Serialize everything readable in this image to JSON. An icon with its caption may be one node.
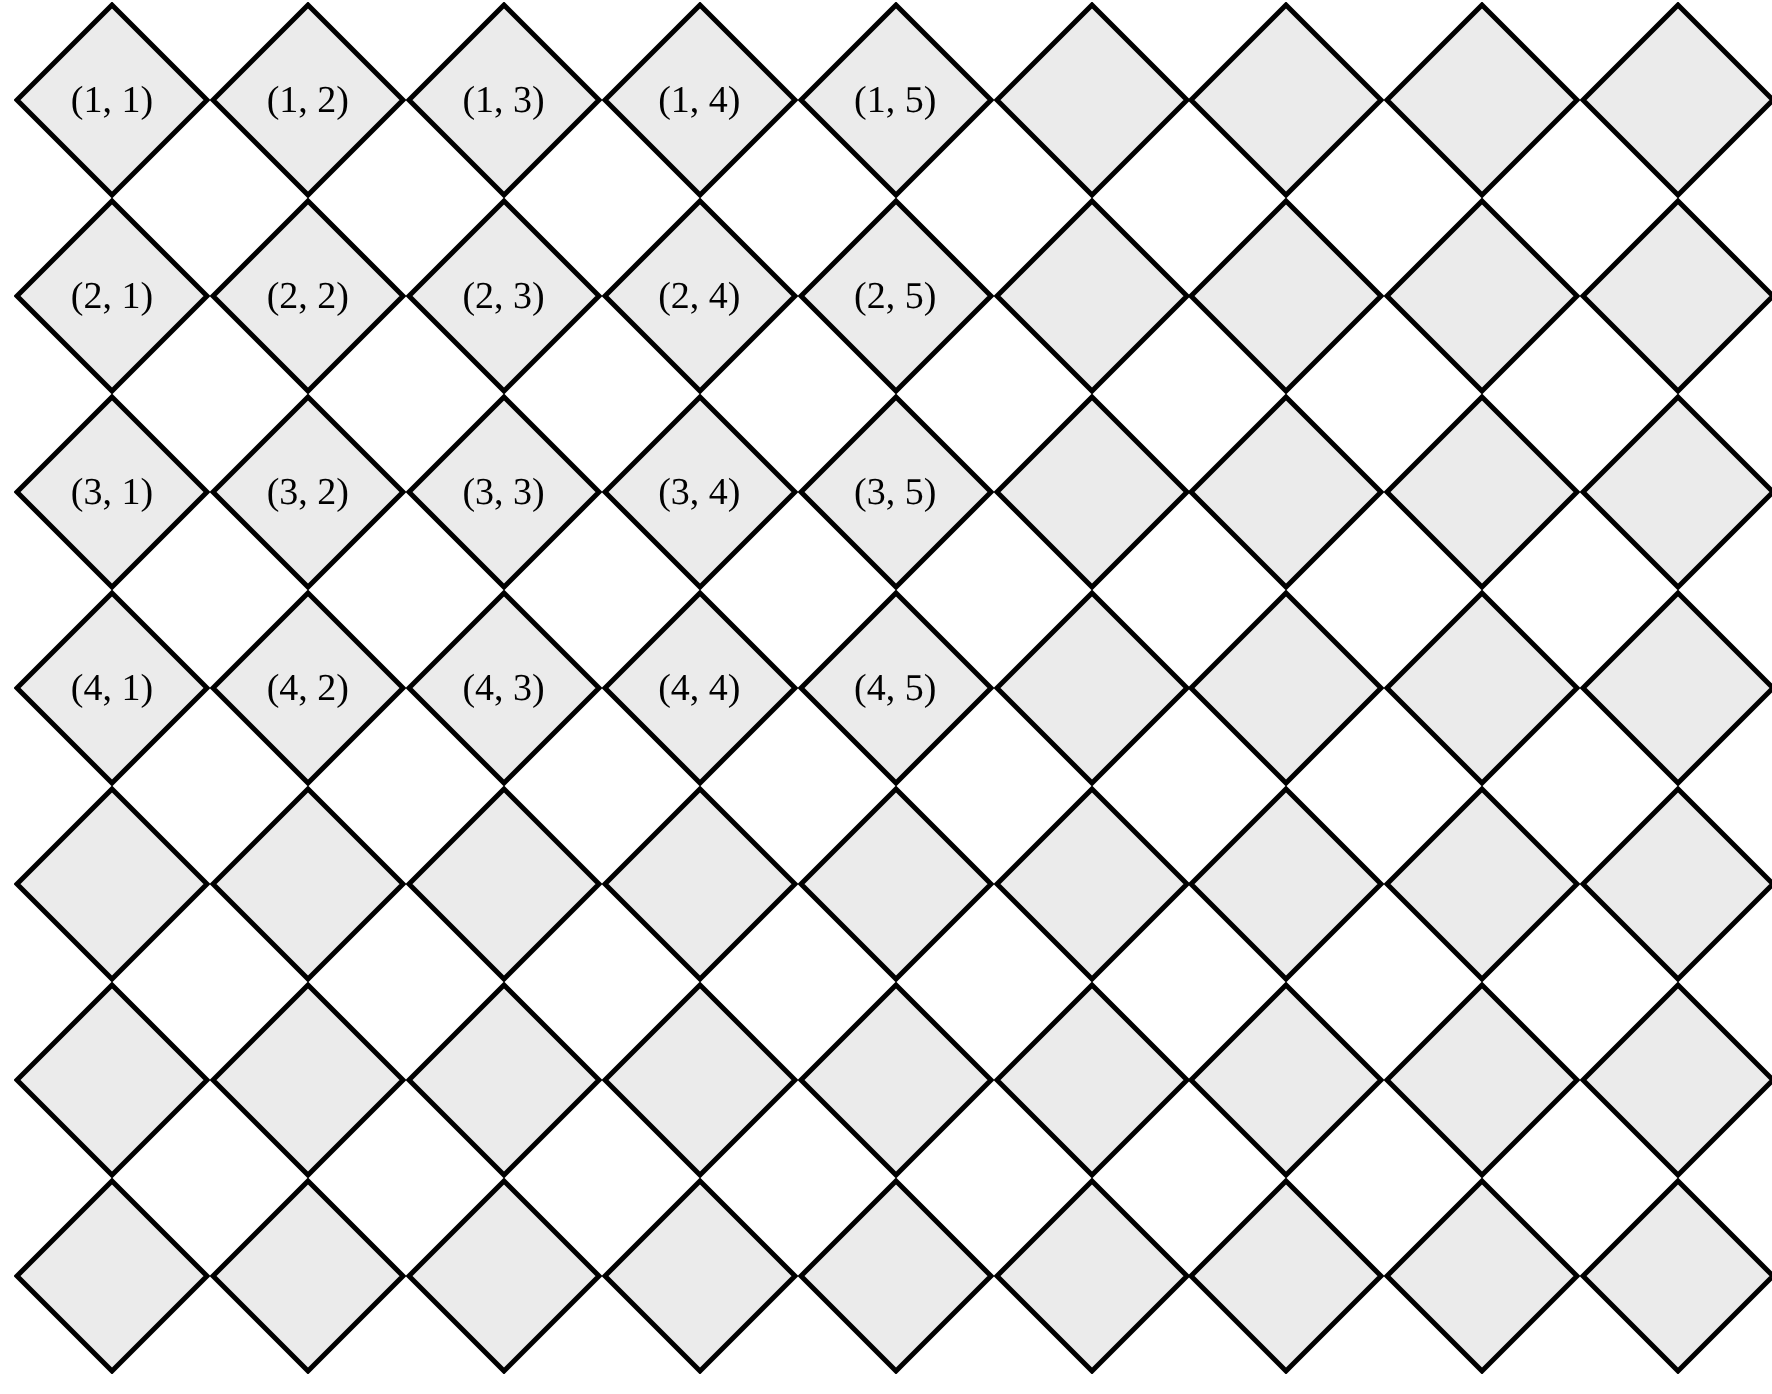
{
  "diagram": {
    "nodes": [
      {
        "text": [
          "(1, 1)"
        ]
      },
      {
        "text": [
          "(1, 2)"
        ]
      },
      {
        "text": [
          "(1, 3)"
        ]
      },
      {
        "text": [
          "(1, 4)"
        ]
      },
      {
        "text": [
          "(1, 5)"
        ]
      },
      {
        "text": [],
        "shape": "diamond"
      },
      {
        "text": [],
        "shape": "diamond"
      },
      {
        "text": [],
        "shape": "diamond"
      },
      {
        "text": [],
        "shape": "diamond"
      },
      {
        "text": [
          "(2, 1)"
        ]
      },
      {
        "text": [
          "(2, 2)"
        ]
      },
      {
        "text": [
          "(2, 3)"
        ]
      },
      {
        "text": [
          "(2, 4)"
        ]
      },
      {
        "text": [
          "(2, 5)"
        ]
      },
      {
        "text": [],
        "shape": "diamond"
      },
      {
        "text": [],
        "shape": "diamond"
      },
      {
        "text": [],
        "shape": "diamond"
      },
      {
        "text": [],
        "shape": "diamond"
      },
      {
        "text": [
          "(3, 1)"
        ]
      },
      {
        "text": [
          "(3, 2)"
        ]
      },
      {
        "text": [
          "(3, 3)"
        ]
      },
      {
        "text": [
          "(3, 4)"
        ]
      },
      {
        "text": [
          "(3, 5)"
        ]
      },
      {
        "text": [],
        "shape": "diamond"
      },
      {
        "text": [],
        "shape": "diamond"
      },
      {
        "text": [],
        "shape": "diamond"
      },
      {
        "text": [],
        "shape": "diamond"
      },
      {
        "text": [
          "(4, 1)"
        ]
      },
      {
        "text": [
          "(4, 2)"
        ]
      },
      {
        "text": [
          "(4, 3)"
        ]
      },
      {
        "text": [
          "(4, 4)"
        ]
      },
      {
        "text": [
          "(4, 5)"
        ]
      },
      {
        "text": [],
        "shape": "diamond"
      },
      {
        "text": [],
        "shape": "diamond"
      },
      {
        "text": [],
        "shape": "diamond"
      },
      {
        "text": [],
        "shape": "diamond"
      },
      {
        "text": [],
        "shape": "diamond"
      },
      {
        "text": [],
        "shape": "diamond"
      },
      {
        "text": [],
        "shape": "diamond"
      },
      {
        "text": [],
        "shape": "diamond"
      },
      {
        "text": [],
        "shape": "diamond"
      },
      {
        "text": [],
        "shape": "diamond"
      },
      {
        "text": [],
        "shape": "diamond"
      },
      {
        "text": [],
        "shape": "diamond"
      },
      {
        "text": [],
        "shape": "diamond"
      },
      {
        "text": [],
        "shape": "diamond"
      },
      {
        "text": [],
        "shape": "diamond"
      },
      {
        "text": [],
        "shape": "diamond"
      },
      {
        "text": [],
        "shape": "diamond"
      },
      {
        "text": [],
        "shape": "diamond"
      },
      {
        "text": [],
        "shape": "diamond"
      },
      {
        "text": [],
        "shape": "diamond"
      },
      {
        "text": [],
        "shape": "diamond"
      },
      {
        "text": [],
        "shape": "diamond"
      },
      {
        "text": [],
        "shape": "diamond"
      },
      {
        "text": [],
        "shape": "diamond"
      },
      {
        "text": [],
        "shape": "diamond"
      },
      {
        "text": [],
        "shape": "diamond"
      },
      {
        "text": [],
        "shape": "diamond"
      },
      {
        "text": [],
        "shape": "diamond"
      },
      {
        "text": [],
        "shape": "diamond"
      },
      {
        "text": [],
        "shape": "diamond"
      },
      {
        "text": [],
        "shape": "diamond"
      }
    ]
  }
}
